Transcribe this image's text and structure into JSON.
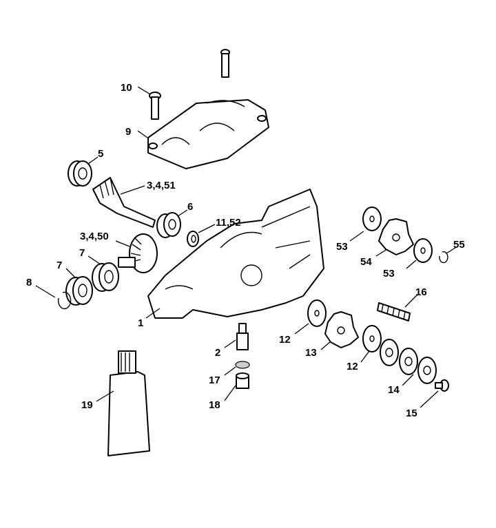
{
  "diagram": {
    "callouts": [
      "10",
      "9",
      "5",
      "3,4,51",
      "6",
      "11,52",
      "3,4,50",
      "7",
      "7",
      "8",
      "1",
      "2",
      "17",
      "18",
      "19",
      "53",
      "54",
      "53",
      "55",
      "16",
      "12",
      "13",
      "12",
      "14",
      "15"
    ]
  }
}
